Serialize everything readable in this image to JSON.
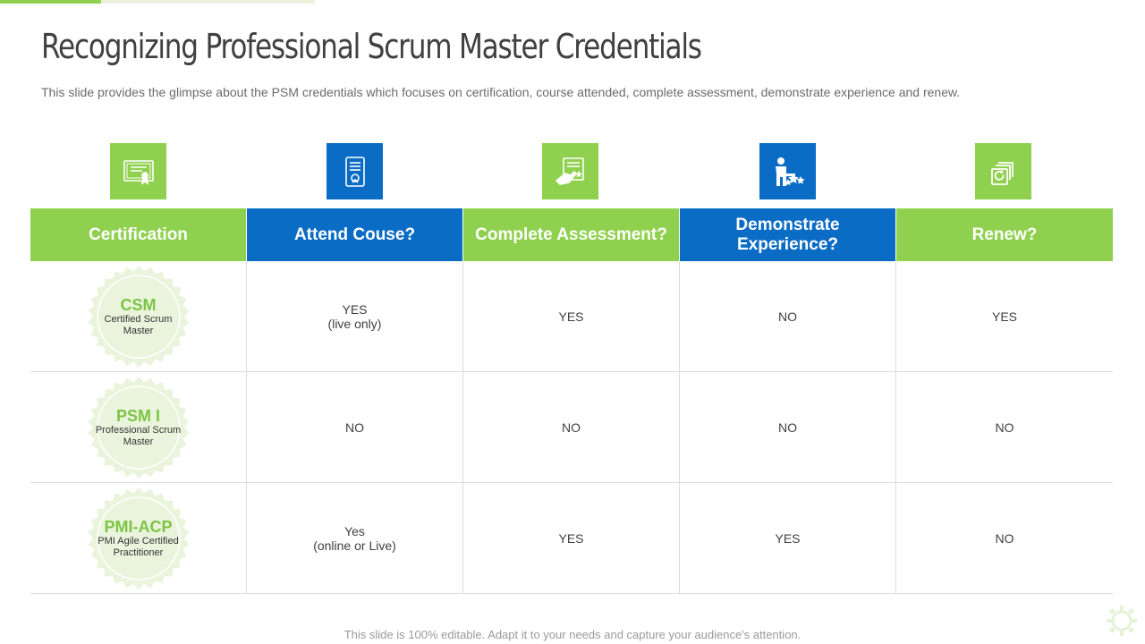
{
  "title": "Recognizing Professional Scrum Master Credentials",
  "subtitle": "This slide provides the glimpse about the PSM credentials which focuses on certification, course attended, complete assessment, demonstrate experience and renew.",
  "colors": {
    "green": "#8fd14f",
    "blue": "#0a6cc4",
    "seal": "#eaf4dc",
    "seal_text": "#7cc444"
  },
  "icons": [
    "certificate-icon",
    "document-icon",
    "assessment-icon",
    "person-stars-icon",
    "renew-icon"
  ],
  "headers": [
    "Certification",
    "Attend Couse?",
    "Complete Assessment?",
    "Demonstrate Experience?",
    "Renew?"
  ],
  "rows": [
    {
      "cert_short": "CSM",
      "cert_full": "Certified Scrum Master",
      "values": [
        "YES\n(live only)",
        "YES",
        "NO",
        "YES"
      ]
    },
    {
      "cert_short": "PSM I",
      "cert_full": "Professional Scrum Master",
      "values": [
        "NO",
        "NO",
        "NO",
        "NO"
      ]
    },
    {
      "cert_short": "PMI-ACP",
      "cert_full": "PMI Agile Certified Practitioner",
      "values": [
        "Yes\n(online or Live)",
        "YES",
        "YES",
        "NO"
      ]
    }
  ],
  "footer": "This slide is 100% editable. Adapt it to your needs and capture your audience's attention."
}
